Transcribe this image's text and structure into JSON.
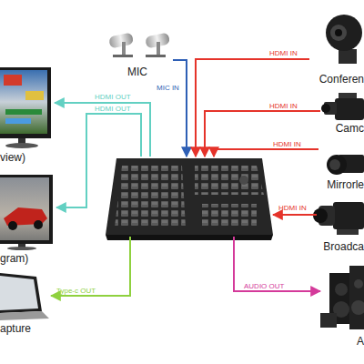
{
  "diagram": {
    "nodes": [
      {
        "text": [
          "view)"
        ]
      },
      {
        "text": [
          "gram)"
        ]
      },
      {
        "text": [
          "apture"
        ]
      },
      {
        "text": [
          "MIC"
        ]
      },
      {
        "text": []
      },
      {
        "text": [
          "Conferen"
        ]
      },
      {
        "text": [
          "Camc"
        ]
      },
      {
        "text": [
          "Mirrorle"
        ]
      },
      {
        "text": [
          "Broadca"
        ]
      },
      {
        "text": [
          "A"
        ]
      }
    ],
    "edges": [
      {
        "from": 4,
        "to": 0,
        "label": "HDMI OUT",
        "arrow": "to"
      },
      {
        "from": 4,
        "to": 1,
        "label": "HDMI OUT",
        "arrow": "to"
      },
      {
        "from": 4,
        "to": 2,
        "label": "Type-c OUT",
        "arrow": "to"
      },
      {
        "from": 3,
        "to": 4,
        "label": "MIC IN",
        "arrow": "to"
      },
      {
        "from": 5,
        "to": 4,
        "label": "HDMI IN",
        "arrow": "to"
      },
      {
        "from": 6,
        "to": 4,
        "label": "HDMI IN",
        "arrow": "to"
      },
      {
        "from": 7,
        "to": 4,
        "label": "HDMI IN",
        "arrow": "to"
      },
      {
        "from": 8,
        "to": 4,
        "label": "HDMI IN",
        "arrow": "to"
      },
      {
        "from": 4,
        "to": 9,
        "label": "AUDIO OUT",
        "arrow": "to"
      }
    ]
  }
}
